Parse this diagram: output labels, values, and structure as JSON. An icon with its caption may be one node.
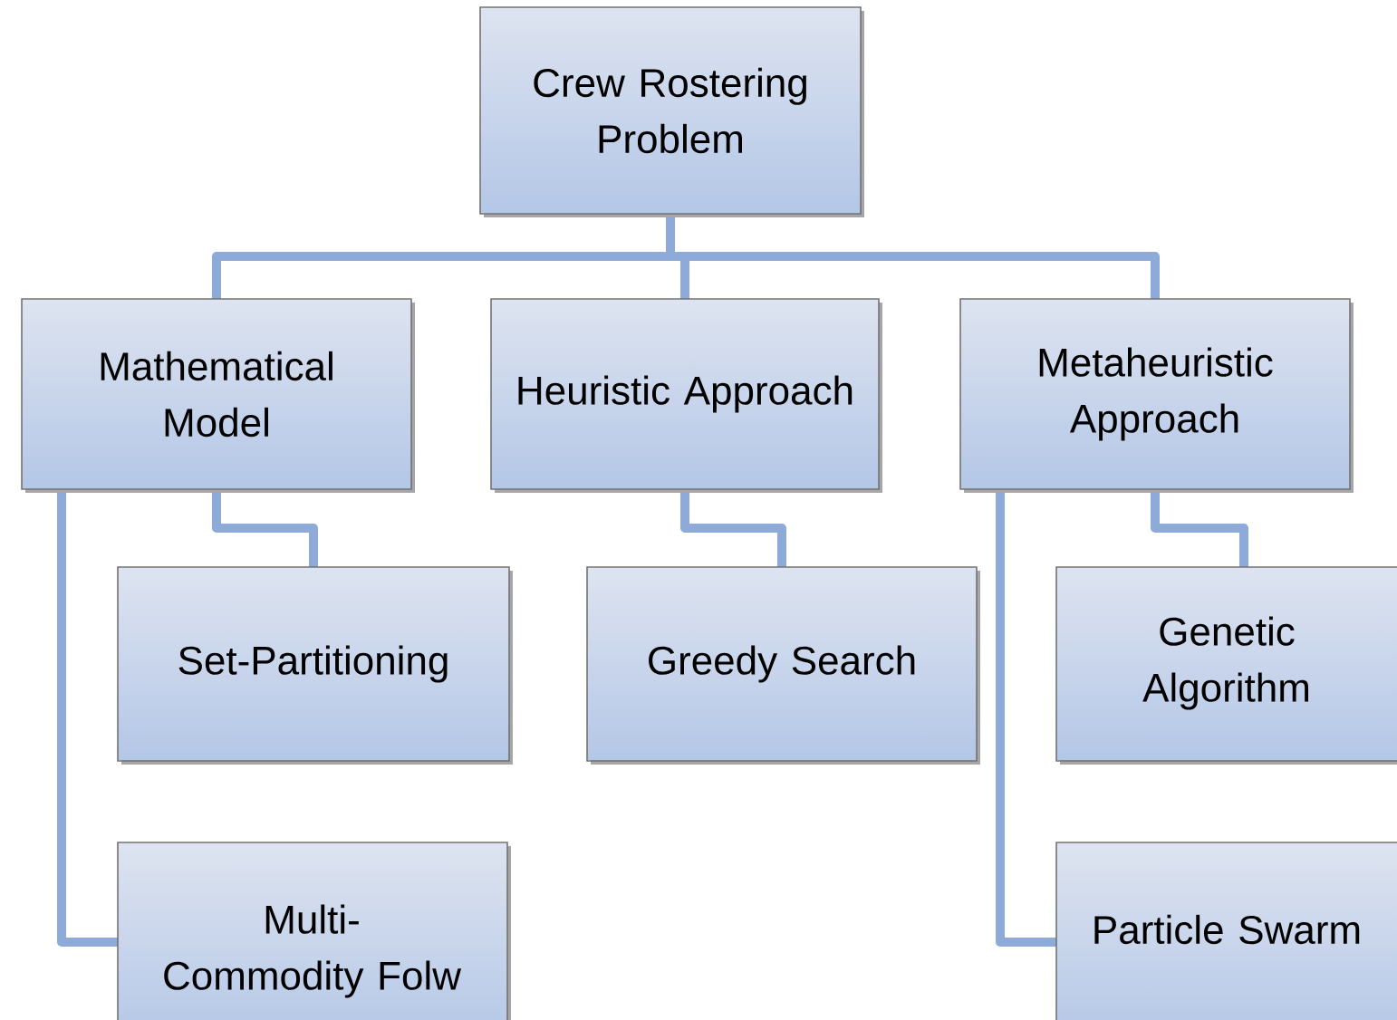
{
  "diagram": {
    "nodes": [
      {
        "text": [
          "Crew Rostering Problem"
        ]
      },
      {
        "text": [
          "Mathematical Model"
        ]
      },
      {
        "text": [
          "Heuristic Approach"
        ]
      },
      {
        "text": [
          "Metaheuristic Approach"
        ]
      },
      {
        "text": [
          "Set-Partitioning"
        ]
      },
      {
        "text": [
          "Multi- Commodity Folw"
        ]
      },
      {
        "text": [
          "Greedy Search"
        ]
      },
      {
        "text": [
          "Genetic Algorithm"
        ]
      },
      {
        "text": [
          "Particle Swarm"
        ]
      }
    ],
    "edges": [
      {
        "from": 0,
        "to": 1,
        "arrow": "none"
      },
      {
        "from": 0,
        "to": 2,
        "arrow": "none"
      },
      {
        "from": 0,
        "to": 3,
        "arrow": "none"
      },
      {
        "from": 1,
        "to": 4,
        "arrow": "none"
      },
      {
        "from": 1,
        "to": 5,
        "arrow": "none"
      },
      {
        "from": 2,
        "to": 6,
        "arrow": "none"
      },
      {
        "from": 3,
        "to": 7,
        "arrow": "none"
      },
      {
        "from": 3,
        "to": 8,
        "arrow": "none"
      }
    ]
  }
}
